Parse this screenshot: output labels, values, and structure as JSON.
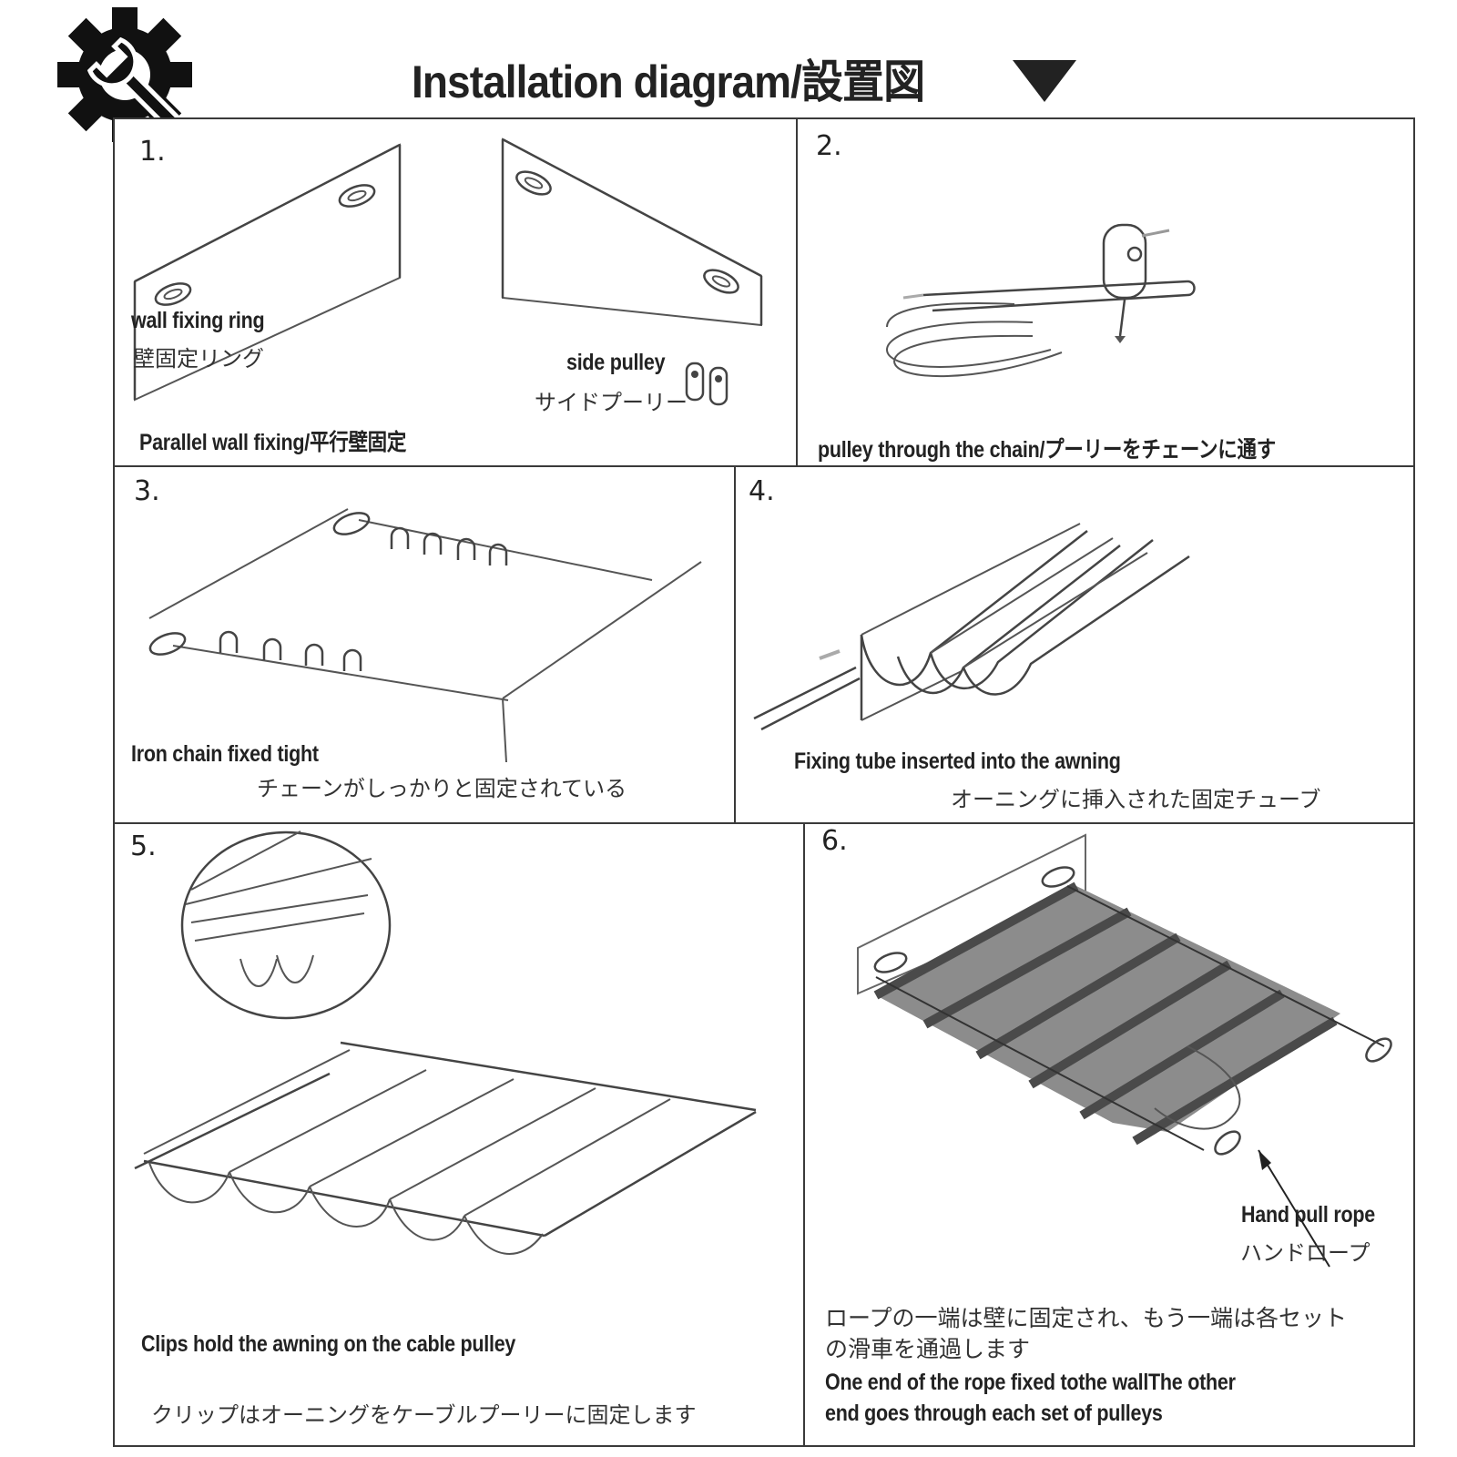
{
  "header": {
    "title": "Installation diagram/設置図"
  },
  "icons": {
    "tools": "gear-wrench-icon",
    "arrow": "down-triangle-icon"
  },
  "steps": [
    {
      "number": "1.",
      "labels": {
        "wall_ring_en": "wall fixing ring",
        "wall_ring_ja": "壁固定リング",
        "side_pulley_en": "side pulley",
        "side_pulley_ja": "サイドプーリー",
        "caption": "Parallel wall fixing/平行壁固定"
      }
    },
    {
      "number": "2.",
      "labels": {
        "caption": "pulley through the chain/プーリーをチェーンに通す"
      }
    },
    {
      "number": "3.",
      "labels": {
        "en": "Iron chain fixed tight",
        "ja": "チェーンがしっかりと固定されている"
      }
    },
    {
      "number": "4.",
      "labels": {
        "en": "Fixing tube inserted into the awning",
        "ja": "オーニングに挿入された固定チューブ"
      }
    },
    {
      "number": "5.",
      "labels": {
        "en": "Clips hold the awning on the cable pulley",
        "ja": "クリップはオーニングをケーブルプーリーに固定します"
      }
    },
    {
      "number": "6.",
      "labels": {
        "rope_en": "Hand pull rope",
        "rope_ja": "ハンドロープ",
        "ja_line1": "ロープの一端は壁に固定され、もう一端は各セット",
        "ja_line2": "の滑車を通過します",
        "en_line1": "One end of the rope fixed tothe wallThe other",
        "en_line2": "end goes through each set of pulleys"
      }
    }
  ]
}
